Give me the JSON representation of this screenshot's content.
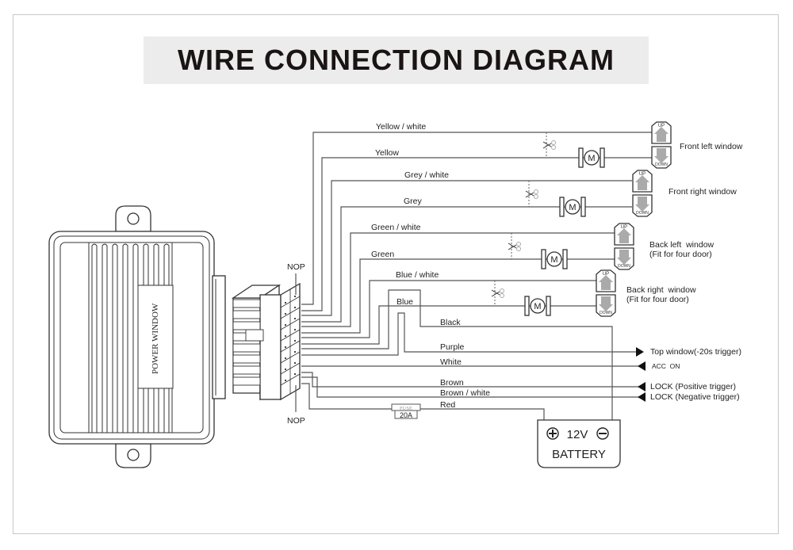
{
  "title": "WIRE CONNECTION DIAGRAM",
  "module_label": "POWER WINDOW",
  "connector": {
    "top_label": "NOP",
    "bottom_label": "NOP"
  },
  "window_wires": [
    {
      "label": "Yellow / white",
      "switch": "UP"
    },
    {
      "label": "Yellow",
      "switch": "DOWN"
    },
    {
      "label": "Grey / white",
      "switch": "UP"
    },
    {
      "label": "Grey",
      "switch": "DOWN"
    },
    {
      "label": "Green / white",
      "switch": "UP"
    },
    {
      "label": "Green",
      "switch": "DOWN"
    },
    {
      "label": "Blue / white",
      "switch": "UP"
    },
    {
      "label": "Blue",
      "switch": "DOWN"
    }
  ],
  "windows": [
    {
      "name": "Front left window",
      "note": ""
    },
    {
      "name": "Front right window",
      "note": ""
    },
    {
      "name": "Back left  window",
      "note": "(Fit for four door)"
    },
    {
      "name": "Back right  window",
      "note": "(Fit for four door)"
    }
  ],
  "motor_label": "M",
  "switch_labels": {
    "up": "UP",
    "down": "DOWN"
  },
  "signal_wires": [
    {
      "label": "Black",
      "target": ""
    },
    {
      "label": "Purple",
      "target": "Top window(-20s trigger)",
      "direction": "out"
    },
    {
      "label": "White",
      "target": "ACC  ON",
      "direction": "in"
    },
    {
      "label": "Brown",
      "target": "LOCK (Positive trigger)",
      "direction": "in"
    },
    {
      "label": "Brown / white",
      "target": "LOCK (Negative trigger)",
      "direction": "in"
    },
    {
      "label": "Red",
      "target": ""
    }
  ],
  "fuse": {
    "label": "FUSE",
    "rating": "20A"
  },
  "battery": {
    "voltage": "12V",
    "label": "BATTERY",
    "plus": "+",
    "minus": "−"
  }
}
